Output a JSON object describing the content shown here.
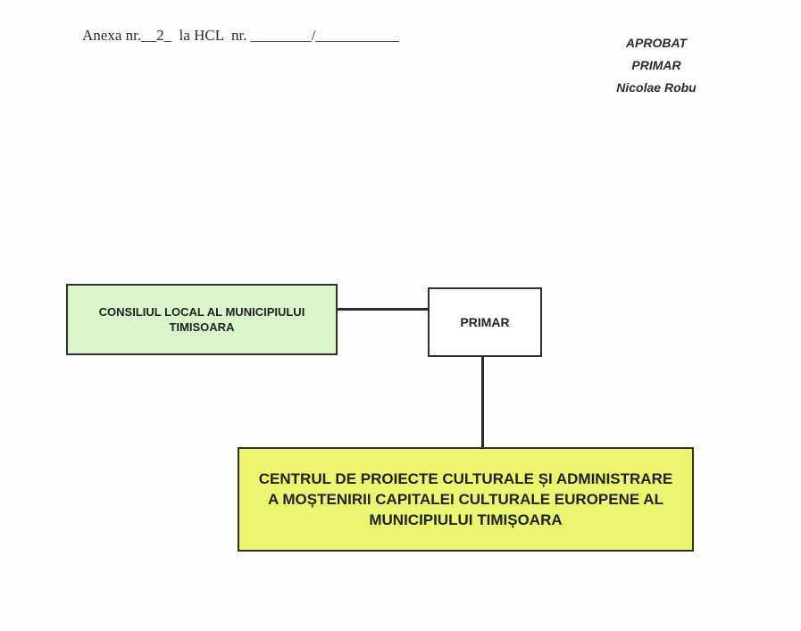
{
  "header": {
    "annex_line": "Anexa nr.__2_  la HCL  nr. ________/___________",
    "approval": {
      "line1": "APROBAT",
      "line2": "PRIMAR",
      "line3": "Nicolae Robu"
    }
  },
  "chart": {
    "council_box": "CONSILIUL LOCAL AL MUNICIPIULUI TIMISOARA",
    "mayor_box": "PRIMAR",
    "centre_box": "CENTRUL DE PROIECTE CULTURALE ȘI ADMINISTRARE A MOȘTENIRII CAPITALEI CULTURALE EUROPENE AL MUNICIPIULUI TIMIȘOARA"
  },
  "colors": {
    "council_fill": "#d9f5c9",
    "mayor_fill": "#ffffff",
    "centre_fill": "#ecf570",
    "border": "#2f2f2f"
  }
}
